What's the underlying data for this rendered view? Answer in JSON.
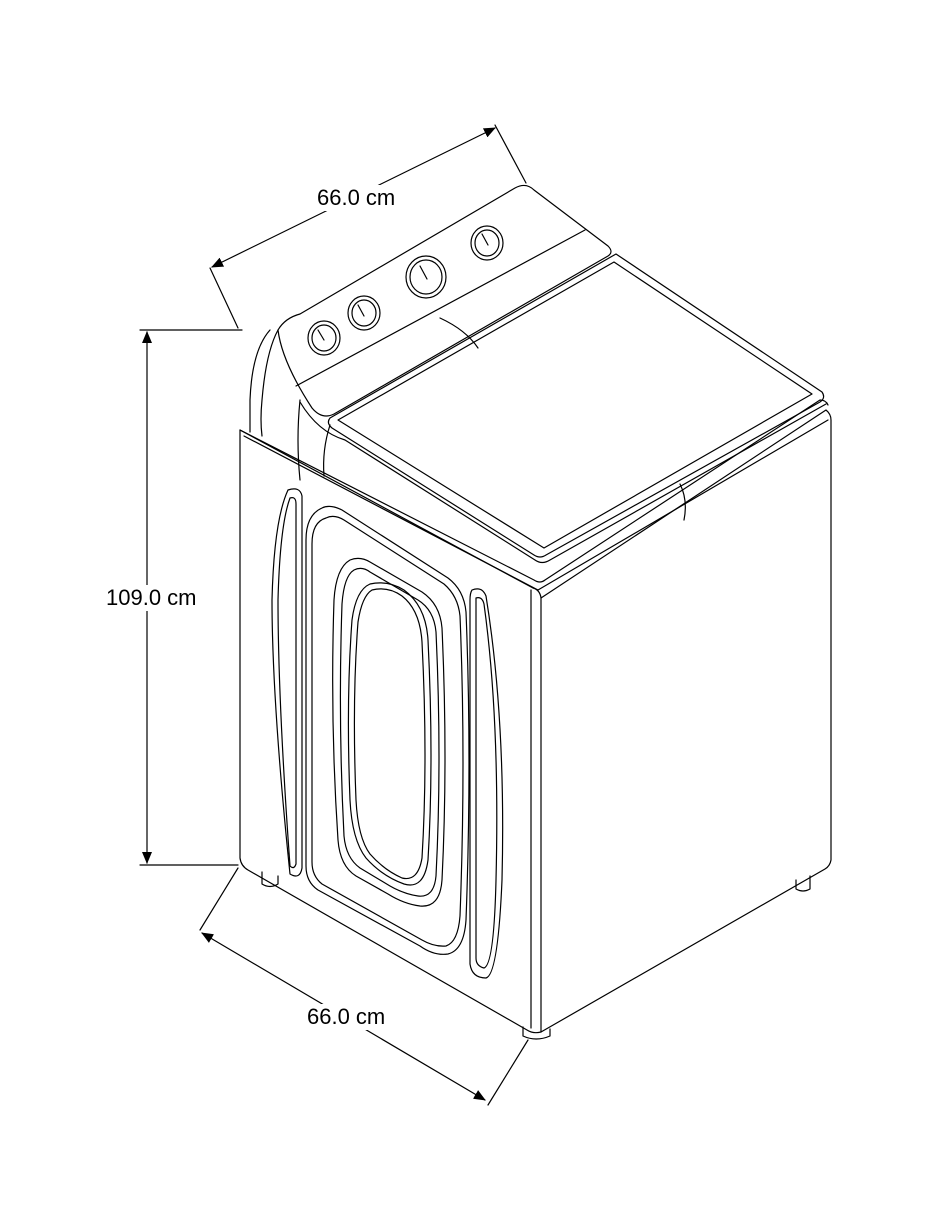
{
  "dimensions": {
    "depth": "66.0 cm",
    "height": "109.0 cm",
    "width": "66.0 cm"
  },
  "colors": {
    "line": "#000000",
    "background": "#ffffff"
  }
}
